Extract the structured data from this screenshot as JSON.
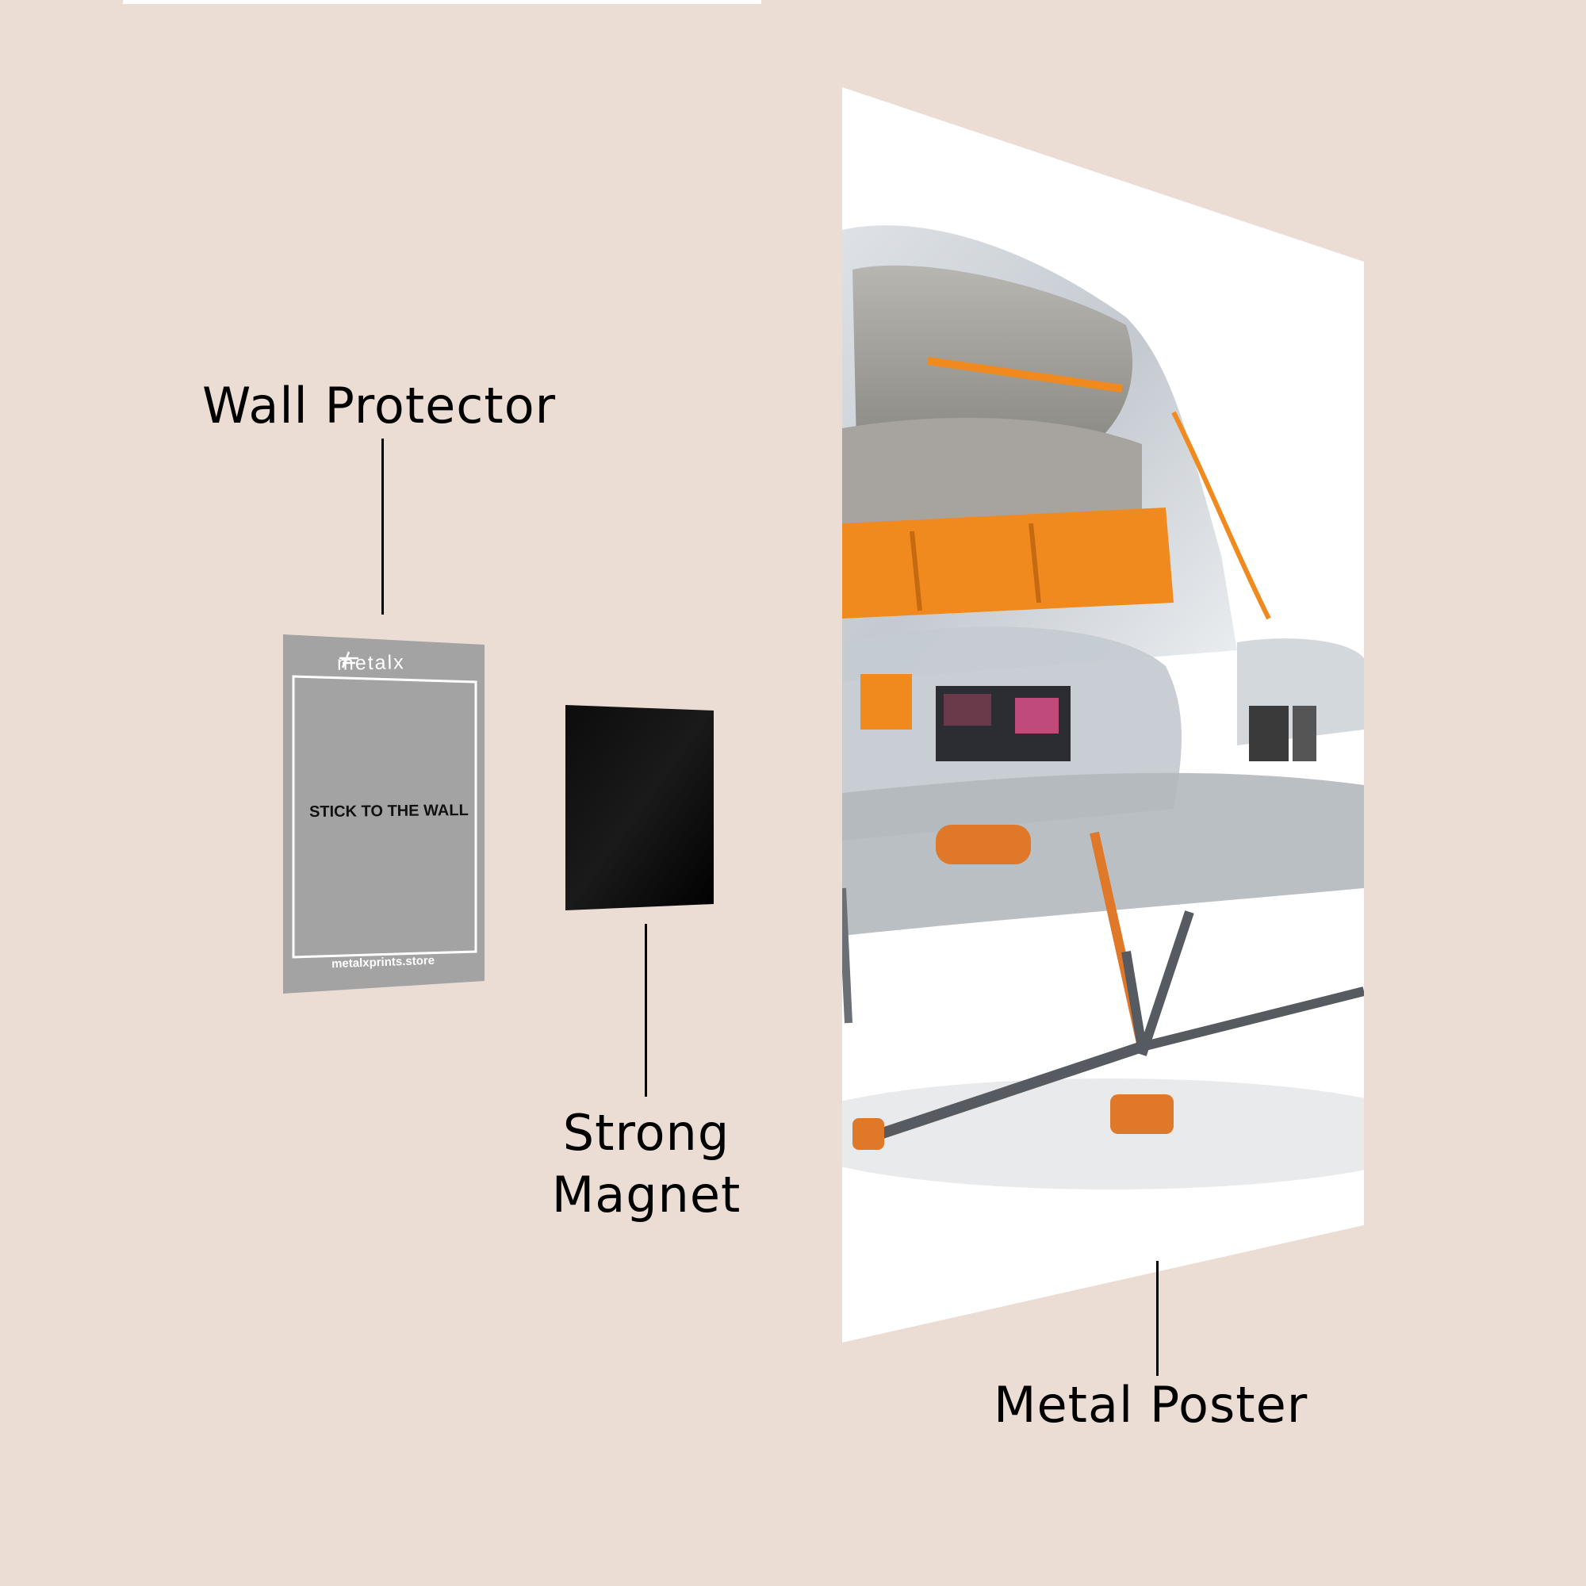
{
  "labels": {
    "wall_protector": "Wall Protector",
    "strong_magnet": "Strong Magnet",
    "metal_poster": "Metal Poster"
  },
  "wall_protector_card": {
    "brand": "metalx",
    "instruction": "STICK TO THE WALL",
    "website": "metalxprints.store"
  },
  "colors": {
    "background": "#ebddd4",
    "protector": "#a3a3a3",
    "magnet": "#050505",
    "poster_bg": "#ffffff",
    "accent_orange": "#f08a1e"
  }
}
